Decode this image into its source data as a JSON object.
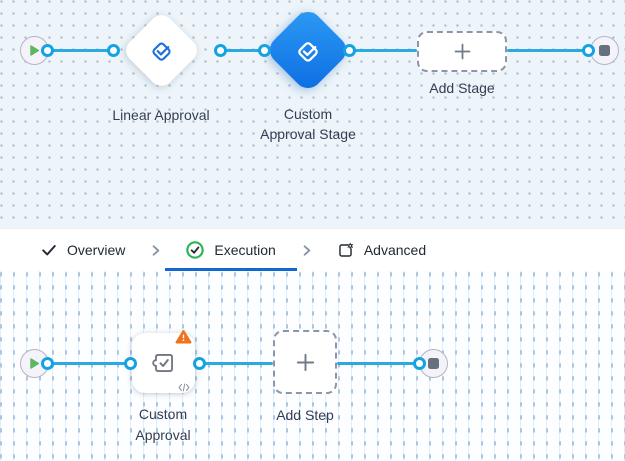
{
  "stage_canvas": {
    "nodes": {
      "start": {
        "type": "start"
      },
      "linear_approval": {
        "label": "Linear Approval"
      },
      "custom_approval_stage": {
        "label_lines": [
          "Custom",
          "Approval Stage"
        ],
        "selected": true
      },
      "add_stage": {
        "label": "Add Stage"
      },
      "end": {
        "type": "end"
      }
    }
  },
  "tab_bar": {
    "tabs": [
      {
        "label": "Overview",
        "icon": "check-icon",
        "active": false
      },
      {
        "label": "Execution",
        "icon": "check-circle-icon",
        "active": true
      },
      {
        "label": "Advanced",
        "icon": "box-gear-icon",
        "active": false
      }
    ]
  },
  "step_canvas": {
    "nodes": {
      "start": {
        "type": "start"
      },
      "custom_approval": {
        "label_lines": [
          "Custom",
          "Approval"
        ],
        "has_warning": true,
        "has_script_badge": true
      },
      "add_step": {
        "label": "Add Step"
      },
      "end": {
        "type": "end"
      }
    }
  },
  "icons": {
    "start": "play-icon",
    "end": "stop-square-icon",
    "stage_type": "approval-stamp-icon",
    "step_type": "puzzle-check-icon",
    "warning": "warning-triangle-icon",
    "script": "code-icon",
    "add": "plus-icon"
  },
  "colors": {
    "connector_blue": "#2ba9e2",
    "port_ring_blue": "#15a2e4",
    "selected_node_blue_top": "#2d9cf4",
    "selected_node_blue_bottom": "#0c6ce2",
    "active_tab_underline": "#1268cf",
    "warning_orange": "#f0731f",
    "play_green": "#5fb661",
    "end_square_gray": "#67707f",
    "canvas_top_bg": "#edf5fa",
    "canvas_bottom_bg": "#fdfeff"
  }
}
